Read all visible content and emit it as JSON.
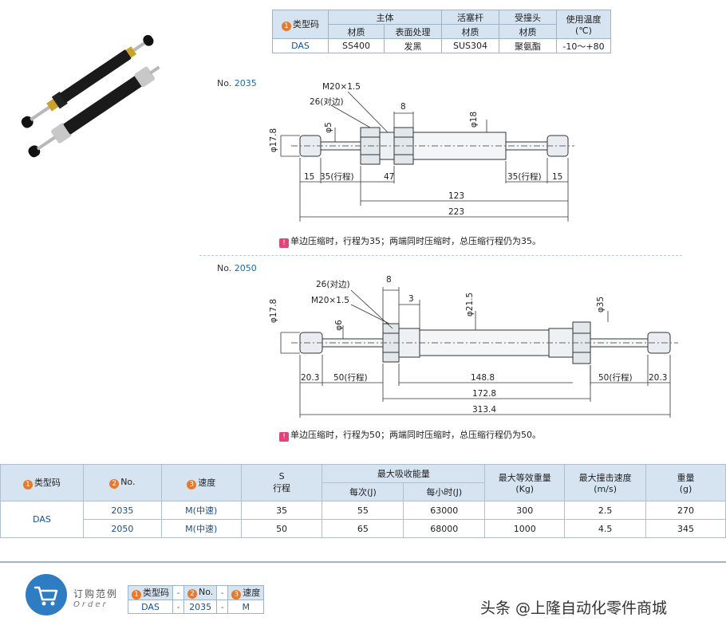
{
  "material_table": {
    "type_code_label": "类型码",
    "type_code_num": "1",
    "body_label": "主体",
    "piston_label": "活塞杆",
    "head_label": "受撞头",
    "temp_label": "使用温度",
    "temp_unit": "(℃)",
    "material_label": "材质",
    "surface_label": "表面处理",
    "values": {
      "type_code": "DAS",
      "body_material": "SS400",
      "surface": "发黑",
      "piston_material": "SUS304",
      "head_material": "聚氨酯",
      "temp_range": "-10～+80"
    }
  },
  "drawing_2035": {
    "no_prefix": "No.",
    "no_value": "2035",
    "dims": {
      "thread": "M20×1.5",
      "hex": "26(对边)",
      "d8": "8",
      "d_left": "φ17.8",
      "d_rod": "φ5",
      "d_body": "φ18",
      "d15a": "15",
      "stroke_left": "35(行程)",
      "d47": "47",
      "stroke_right": "35(行程)",
      "d15b": "15",
      "d123": "123",
      "d223": "223"
    },
    "note_icon": "!",
    "note": "单边压缩时，行程为35；两端同时压缩时，总压缩行程仍为35。"
  },
  "drawing_2050": {
    "no_prefix": "No.",
    "no_value": "2050",
    "dims": {
      "hex": "26(对边)",
      "d8": "8",
      "thread": "M20×1.5",
      "d3": "3",
      "d_left": "φ17.8",
      "d_rod": "φ6",
      "d_body": "φ21.5",
      "d_right": "φ35",
      "d20a": "20.3",
      "stroke_left": "50(行程)",
      "d148": "148.8",
      "stroke_right": "50(行程)",
      "d20b": "20.3",
      "d172": "172.8",
      "d313": "313.4"
    },
    "note_icon": "!",
    "note": "单边压缩时，行程为50；两端同时压缩时，总压缩行程仍为50。"
  },
  "spec_table": {
    "h_type": "类型码",
    "h_type_num": "1",
    "h_no": "No.",
    "h_no_num": "2",
    "h_speed": "速度",
    "h_speed_num": "3",
    "h_s": "S",
    "h_stroke": "行程",
    "h_energy": "最大吸收能量",
    "h_each": "每次(J)",
    "h_hour": "每小时(J)",
    "h_weight_eq": "最大等效重量",
    "h_weight_eq_unit": "(Kg)",
    "h_speed_max": "最大撞击速度",
    "h_speed_max_unit": "(m/s)",
    "h_mass": "重量",
    "h_mass_unit": "(g)",
    "type_value": "DAS",
    "rows": [
      {
        "no": "2035",
        "speed": "M(中速)",
        "stroke": "35",
        "each": "55",
        "hour": "63000",
        "weq": "300",
        "vmax": "2.5",
        "mass": "270"
      },
      {
        "no": "2050",
        "speed": "M(中速)",
        "stroke": "50",
        "each": "65",
        "hour": "68000",
        "weq": "1000",
        "vmax": "4.5",
        "mass": "345"
      }
    ]
  },
  "order_example": {
    "title": "订购范例",
    "subtitle": "Order",
    "type_label": "类型码",
    "no_label": "No.",
    "speed_label": "速度",
    "num1": "1",
    "num2": "2",
    "num3": "3",
    "dash": "-",
    "type_value": "DAS",
    "no_value": "2035",
    "speed_value": "M"
  },
  "source_caption": "头条 @上隆自动化零件商城",
  "colors": {
    "accent_blue": "#1a4f8f",
    "header_bg": "#d6e4f2",
    "number_badge": "#e8792a",
    "note_icon": "#e0447a"
  }
}
